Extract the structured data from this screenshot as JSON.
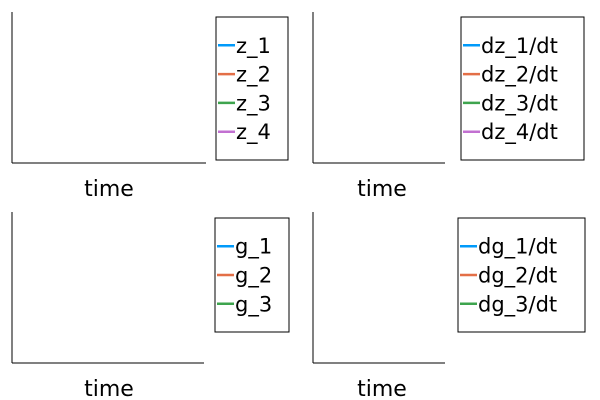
{
  "chart_data": [
    {
      "type": "line",
      "xlabel": "time",
      "ylabel": "",
      "legend_position": "outer-right",
      "series": [
        {
          "name": "z_1",
          "color": "#009AFA",
          "values": []
        },
        {
          "name": "z_2",
          "color": "#E36F47",
          "values": []
        },
        {
          "name": "z_3",
          "color": "#3EA44E",
          "values": []
        },
        {
          "name": "z_4",
          "color": "#C270D1",
          "values": []
        }
      ]
    },
    {
      "type": "line",
      "xlabel": "time",
      "ylabel": "",
      "legend_position": "outer-right",
      "series": [
        {
          "name": "dz_1/dt",
          "color": "#009AFA",
          "values": []
        },
        {
          "name": "dz_2/dt",
          "color": "#E36F47",
          "values": []
        },
        {
          "name": "dz_3/dt",
          "color": "#3EA44E",
          "values": []
        },
        {
          "name": "dz_4/dt",
          "color": "#C270D1",
          "values": []
        }
      ]
    },
    {
      "type": "line",
      "xlabel": "time",
      "ylabel": "",
      "legend_position": "outer-right",
      "series": [
        {
          "name": "g_1",
          "color": "#009AFA",
          "values": []
        },
        {
          "name": "g_2",
          "color": "#E36F47",
          "values": []
        },
        {
          "name": "g_3",
          "color": "#3EA44E",
          "values": []
        }
      ]
    },
    {
      "type": "line",
      "xlabel": "time",
      "ylabel": "",
      "legend_position": "outer-right",
      "series": [
        {
          "name": "dg_1/dt",
          "color": "#009AFA",
          "values": []
        },
        {
          "name": "dg_2/dt",
          "color": "#E36F47",
          "values": []
        },
        {
          "name": "dg_3/dt",
          "color": "#3EA44E",
          "values": []
        }
      ]
    }
  ]
}
